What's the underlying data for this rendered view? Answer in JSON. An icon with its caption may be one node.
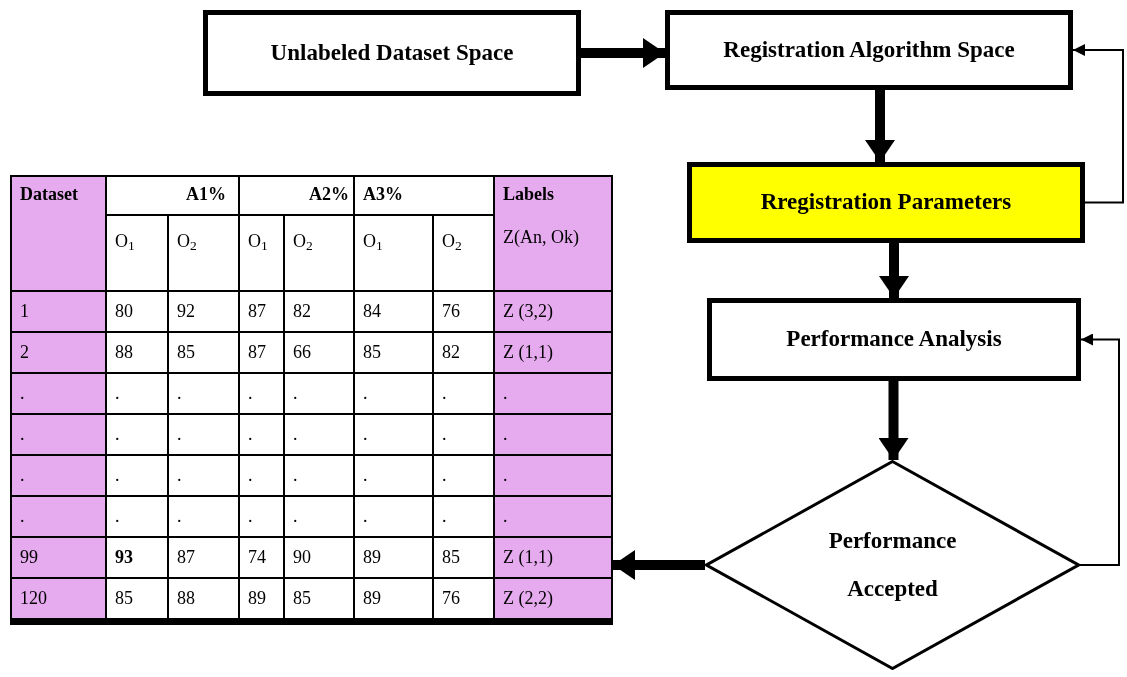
{
  "diagram": {
    "nodes": [
      {
        "text": [
          "Unlabeled Dataset Space"
        ]
      },
      {
        "text": [
          "Registration Algorithm Space"
        ]
      },
      {
        "text": [
          "Rregistration Parameters"
        ]
      },
      {
        "text": [
          "Performance Analysis"
        ]
      },
      {
        "text": [
          "Performance Accepted"
        ]
      },
      {
        "text": [],
        "shape": "table"
      }
    ],
    "edges": [
      {
        "from": 0,
        "to": 1,
        "arrow": "to"
      },
      {
        "from": 1,
        "to": 2,
        "arrow": "to"
      },
      {
        "from": 2,
        "to": 3,
        "arrow": "to"
      },
      {
        "from": 3,
        "to": 4,
        "arrow": "to"
      },
      {
        "from": 4,
        "to": 5,
        "arrow": "to"
      },
      {
        "from": 2,
        "to": 1,
        "arrow": "to"
      },
      {
        "from": 4,
        "to": 3,
        "arrow": "to"
      }
    ],
    "labels": [
      "Dataset",
      "A1%",
      "A2%",
      "A3%",
      "Labels",
      "O$_{1}$",
      "O$_{2}$",
      "O$_{1}$",
      "O$_{2}$",
      "O$_{1}$",
      "O$_{2}$",
      "Z(An, Ok)",
      "1",
      "80",
      "92",
      "87",
      "82",
      "84",
      "76",
      "Z (3,2)",
      "2",
      "88",
      "85",
      "87",
      "66",
      "85",
      "82",
      "Z (1,1)",
      ".",
      ".",
      ".",
      ".",
      ".",
      ".",
      ".",
      ".",
      ".",
      ".",
      ".",
      ".",
      ".",
      ".",
      ".",
      ".",
      ".",
      ".",
      ".",
      ".",
      ".",
      ".",
      ".",
      ".",
      ".",
      ".",
      ".",
      ".",
      ".",
      ".",
      ".",
      ".",
      "99",
      "93",
      "87",
      "74",
      "90",
      "89",
      "85",
      "Z (1,1)",
      "120",
      "85",
      "88",
      "89",
      "85",
      "89",
      "76",
      "Z (2,2)"
    ]
  }
}
